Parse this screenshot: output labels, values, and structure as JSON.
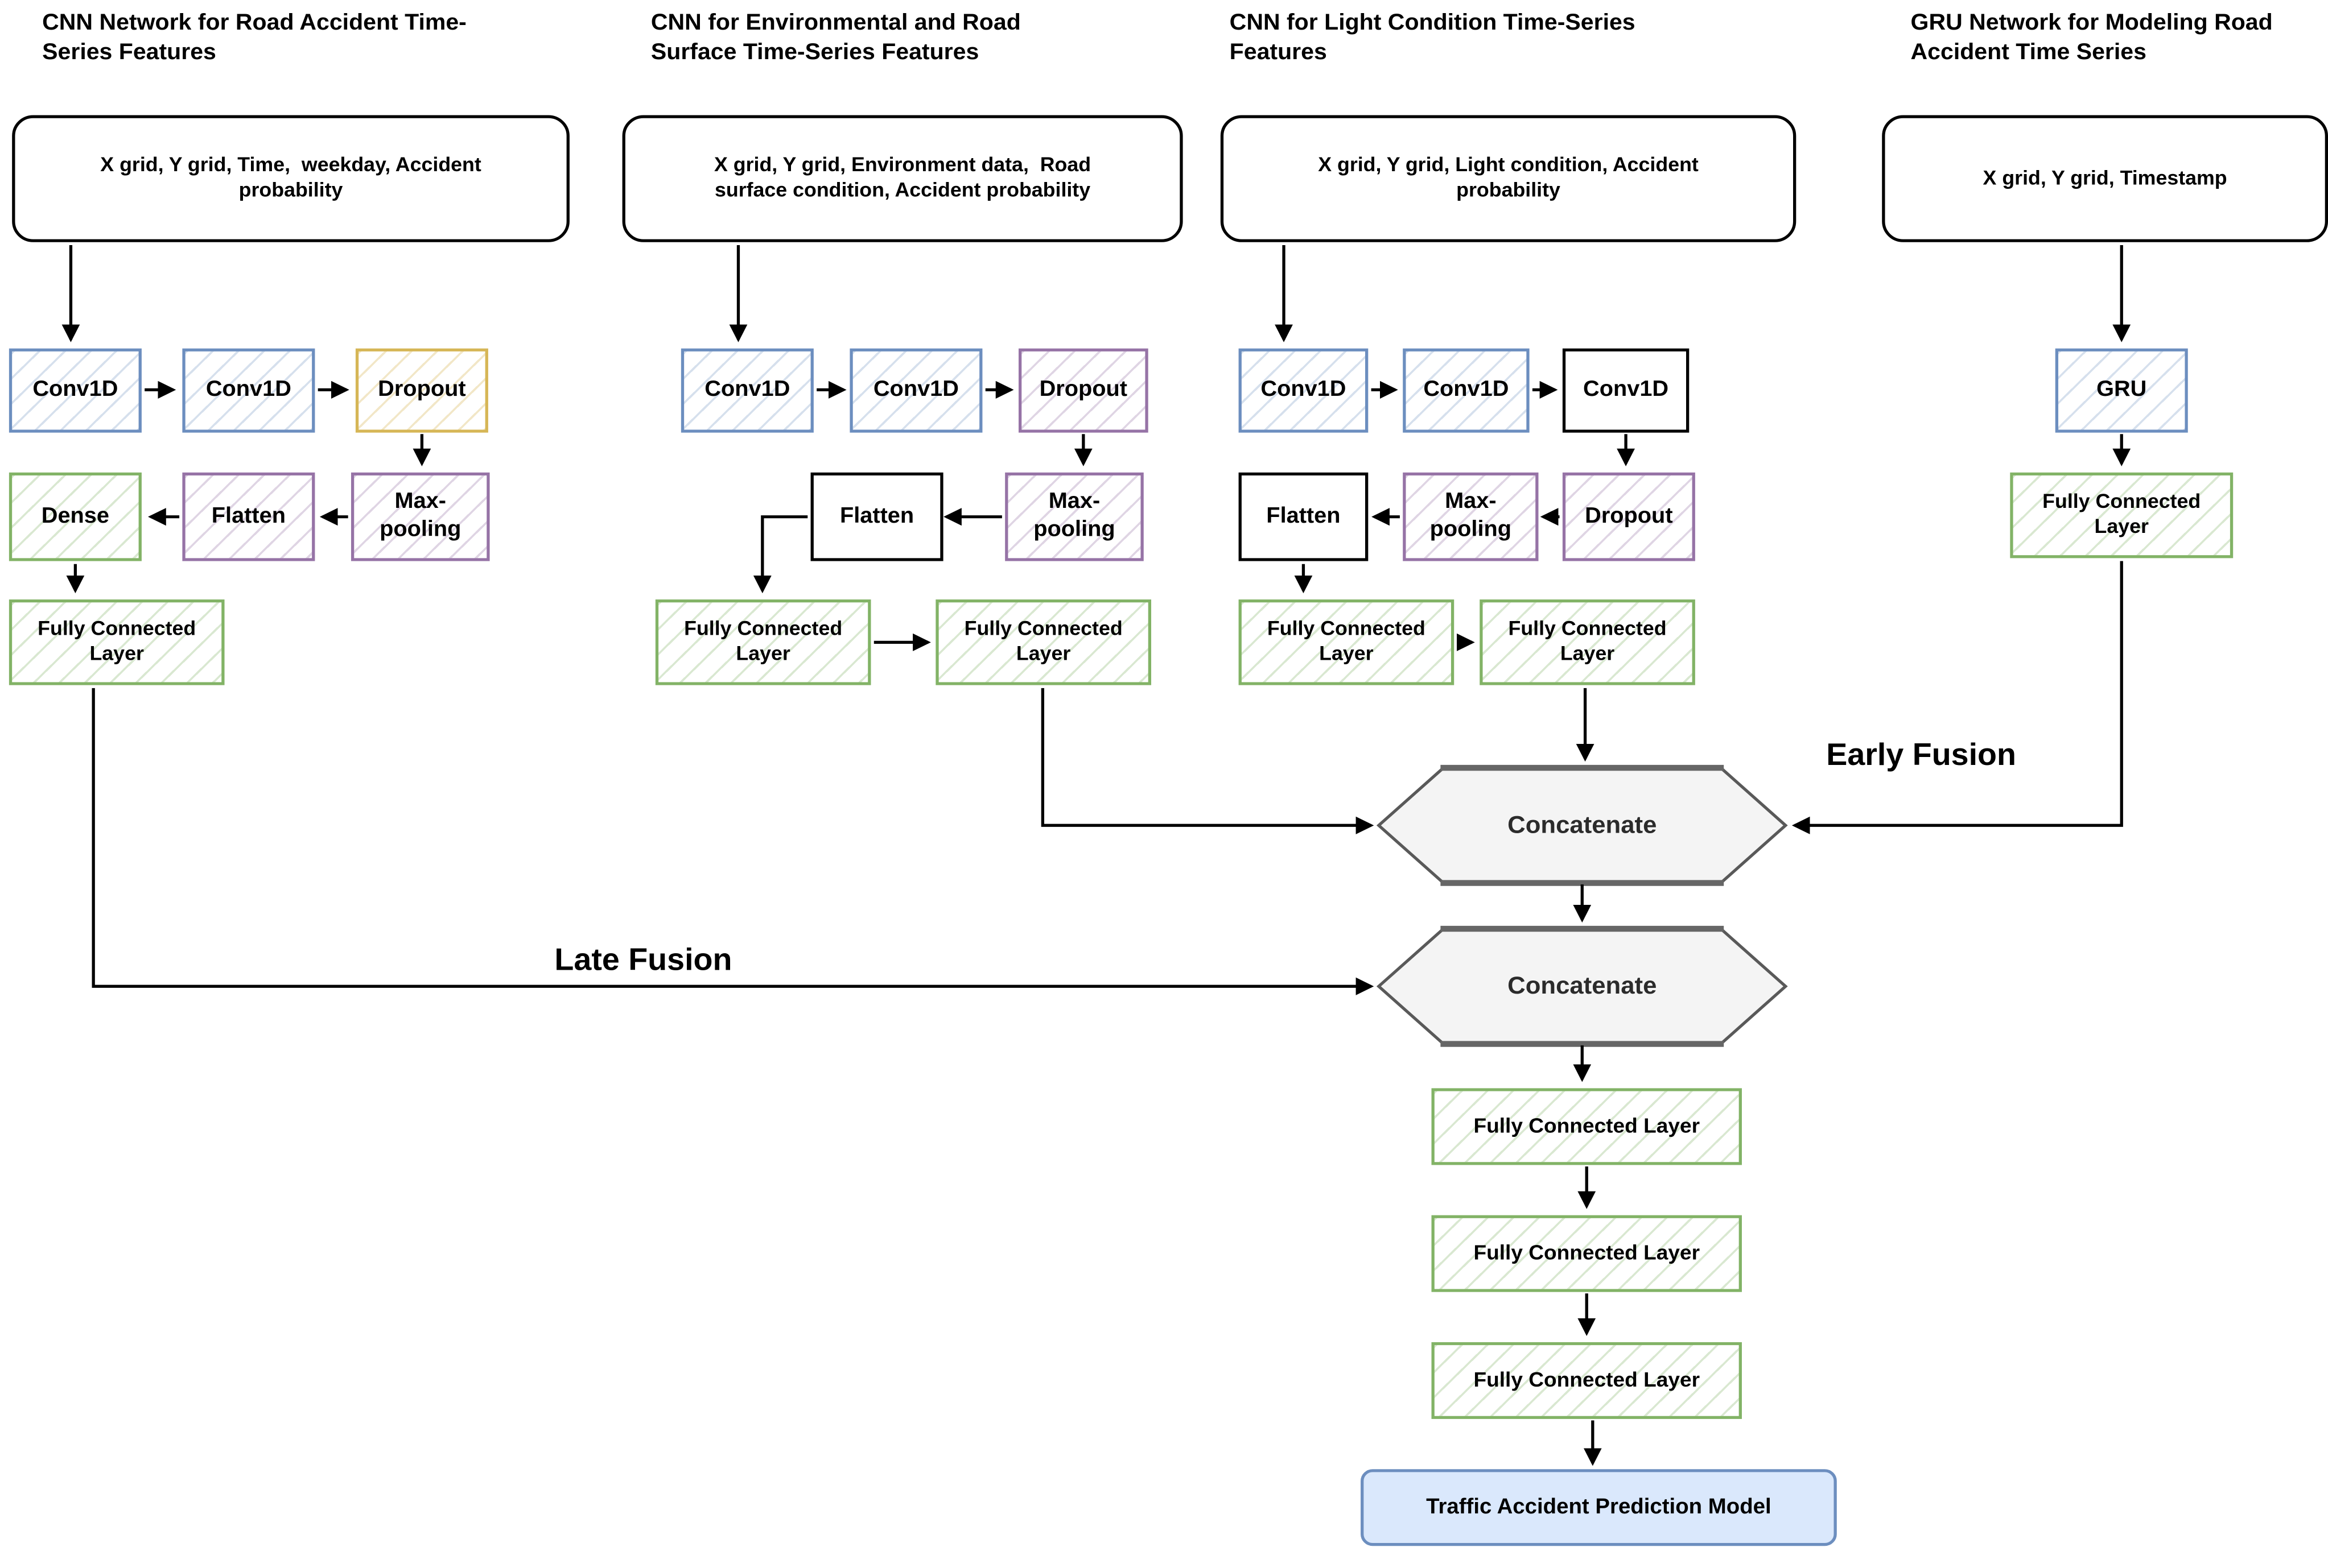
{
  "titles": {
    "col1": "CNN Network for Road Accident Time-\nSeries Features",
    "col2": "CNN for Environmental and Road\nSurface Time-Series Features",
    "col3": "CNN for Light Condition Time-Series\nFeatures",
    "col4": "GRU Network for Modeling Road\nAccident Time Series"
  },
  "inputs": {
    "col1": "X grid, Y grid, Time,  weekday, Accident\nprobability",
    "col2": "X grid, Y grid, Environment data,  Road\nsurface condition, Accident probability",
    "col3": "X grid, Y grid, Light condition, Accident\nprobability",
    "col4": "X grid, Y grid, Timestamp"
  },
  "layers": {
    "conv1d": "Conv1D",
    "dropout": "Dropout",
    "dense": "Dense",
    "flatten": "Flatten",
    "maxpool": "Max-\npooling",
    "gru": "GRU",
    "fc_multiline": "Fully Connected\nLayer",
    "fc_singleline": "Fully Connected Layer"
  },
  "fusion": {
    "concatenate": "Concatenate",
    "early": "Early Fusion",
    "late": "Late Fusion"
  },
  "output": "Traffic Accident Prediction Model",
  "colors": {
    "conv_border": "#6c8ebf",
    "dropout1_border": "#d6b656",
    "purple_border": "#9673a6",
    "green_border": "#82b366",
    "hexagon_fill": "#f4f4f4",
    "hexagon_stroke": "#595959",
    "output_fill": "#dae8fc",
    "output_border": "#6c8ebf",
    "line": "#000000"
  }
}
